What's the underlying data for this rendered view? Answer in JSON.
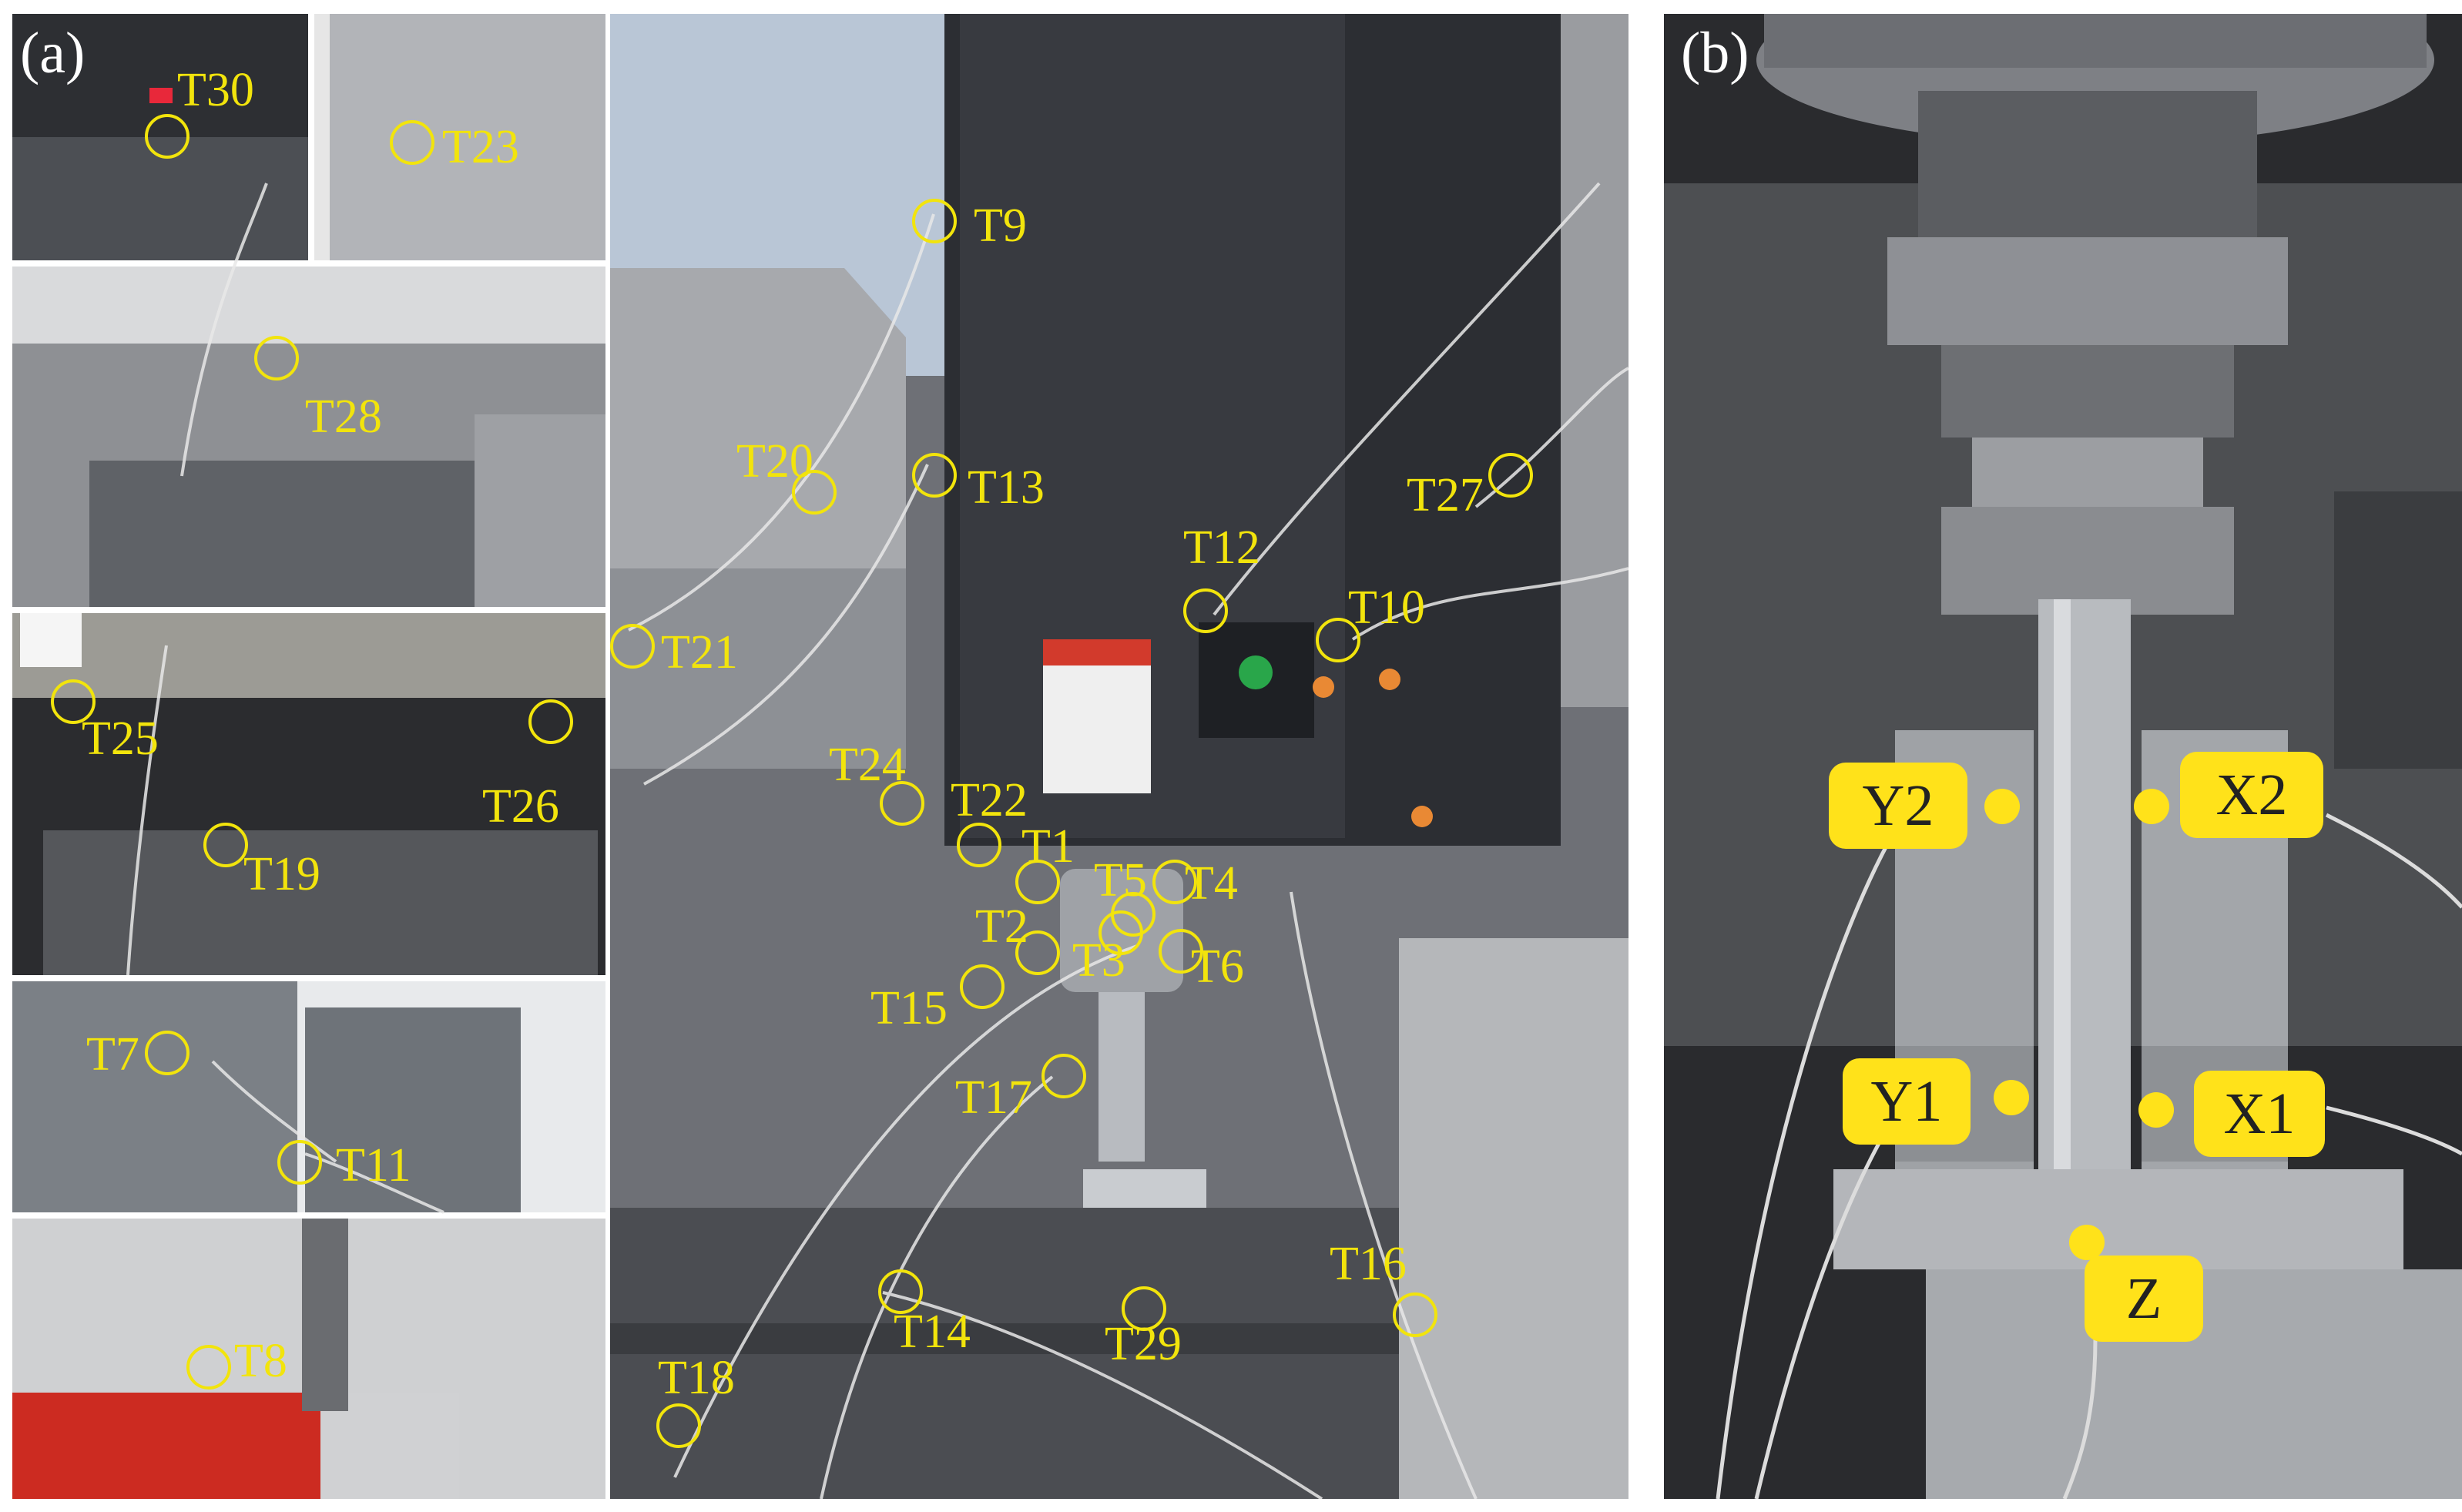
{
  "panel_a": {
    "letter": "(a)",
    "sensors": [
      {
        "id": "t30",
        "label": "T30"
      },
      {
        "id": "t23",
        "label": "T23"
      },
      {
        "id": "t9",
        "label": "T9"
      },
      {
        "id": "t28",
        "label": "T28"
      },
      {
        "id": "t20",
        "label": "T20"
      },
      {
        "id": "t13",
        "label": "T13"
      },
      {
        "id": "t27",
        "label": "T27"
      },
      {
        "id": "t12",
        "label": "T12"
      },
      {
        "id": "t10",
        "label": "T10"
      },
      {
        "id": "t21",
        "label": "T21"
      },
      {
        "id": "t25",
        "label": "T25"
      },
      {
        "id": "t26",
        "label": "T26"
      },
      {
        "id": "t19",
        "label": "T19"
      },
      {
        "id": "t24",
        "label": "T24"
      },
      {
        "id": "t22",
        "label": "T22"
      },
      {
        "id": "t1",
        "label": "T1"
      },
      {
        "id": "t5",
        "label": "T5"
      },
      {
        "id": "t4",
        "label": "T4"
      },
      {
        "id": "t2",
        "label": "T2"
      },
      {
        "id": "t3",
        "label": "T3"
      },
      {
        "id": "t6",
        "label": "T6"
      },
      {
        "id": "t15",
        "label": "T15"
      },
      {
        "id": "t7",
        "label": "T7"
      },
      {
        "id": "t17",
        "label": "T17"
      },
      {
        "id": "t11",
        "label": "T11"
      },
      {
        "id": "t14",
        "label": "T14"
      },
      {
        "id": "t29",
        "label": "T29"
      },
      {
        "id": "t16",
        "label": "T16"
      },
      {
        "id": "t8",
        "label": "T8"
      },
      {
        "id": "t18",
        "label": "T18"
      }
    ]
  },
  "panel_b": {
    "letter": "(b)",
    "probes": [
      {
        "id": "y2",
        "label": "Y2"
      },
      {
        "id": "x2",
        "label": "X2"
      },
      {
        "id": "y1",
        "label": "Y1"
      },
      {
        "id": "x1",
        "label": "X1"
      },
      {
        "id": "z",
        "label": "Z"
      }
    ]
  },
  "colors": {
    "label_yellow": "#f2e40c",
    "pill_yellow": "#ffe21a",
    "letter_white": "#ffffff"
  }
}
